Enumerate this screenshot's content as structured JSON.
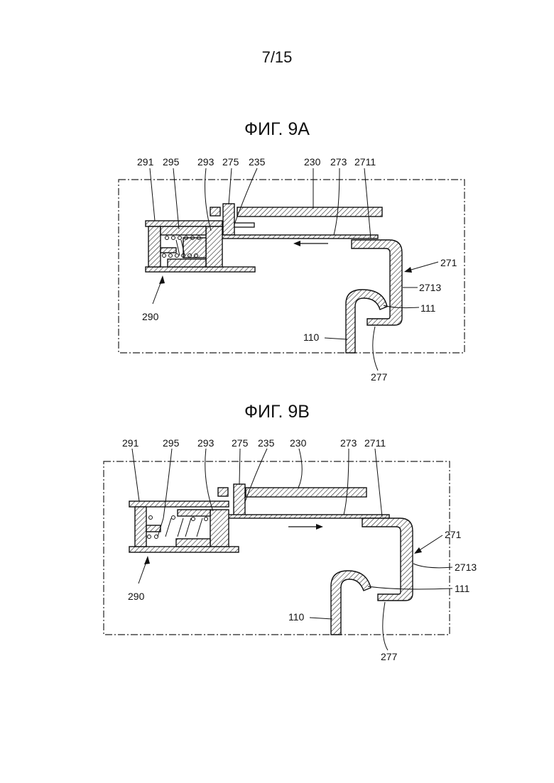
{
  "page": {
    "number": "7/15"
  },
  "figures": [
    {
      "id": "9A",
      "title": "ФИГ. 9А",
      "labels": {
        "l291": "291",
        "l295": "295",
        "l293": "293",
        "l275": "275",
        "l235": "235",
        "l230": "230",
        "l273": "273",
        "l2711": "2711",
        "l271": "271",
        "l2713": "2713",
        "l111": "111",
        "l110": "110",
        "l277": "277",
        "l290": "290"
      },
      "motion": "left"
    },
    {
      "id": "9B",
      "title": "ФИГ. 9В",
      "labels": {
        "l291": "291",
        "l295": "295",
        "l293": "293",
        "l275": "275",
        "l235": "235",
        "l230": "230",
        "l273": "273",
        "l2711": "2711",
        "l271": "271",
        "l2713": "2713",
        "l111": "111",
        "l110": "110",
        "l277": "277",
        "l290": "290"
      },
      "motion": "right"
    }
  ]
}
